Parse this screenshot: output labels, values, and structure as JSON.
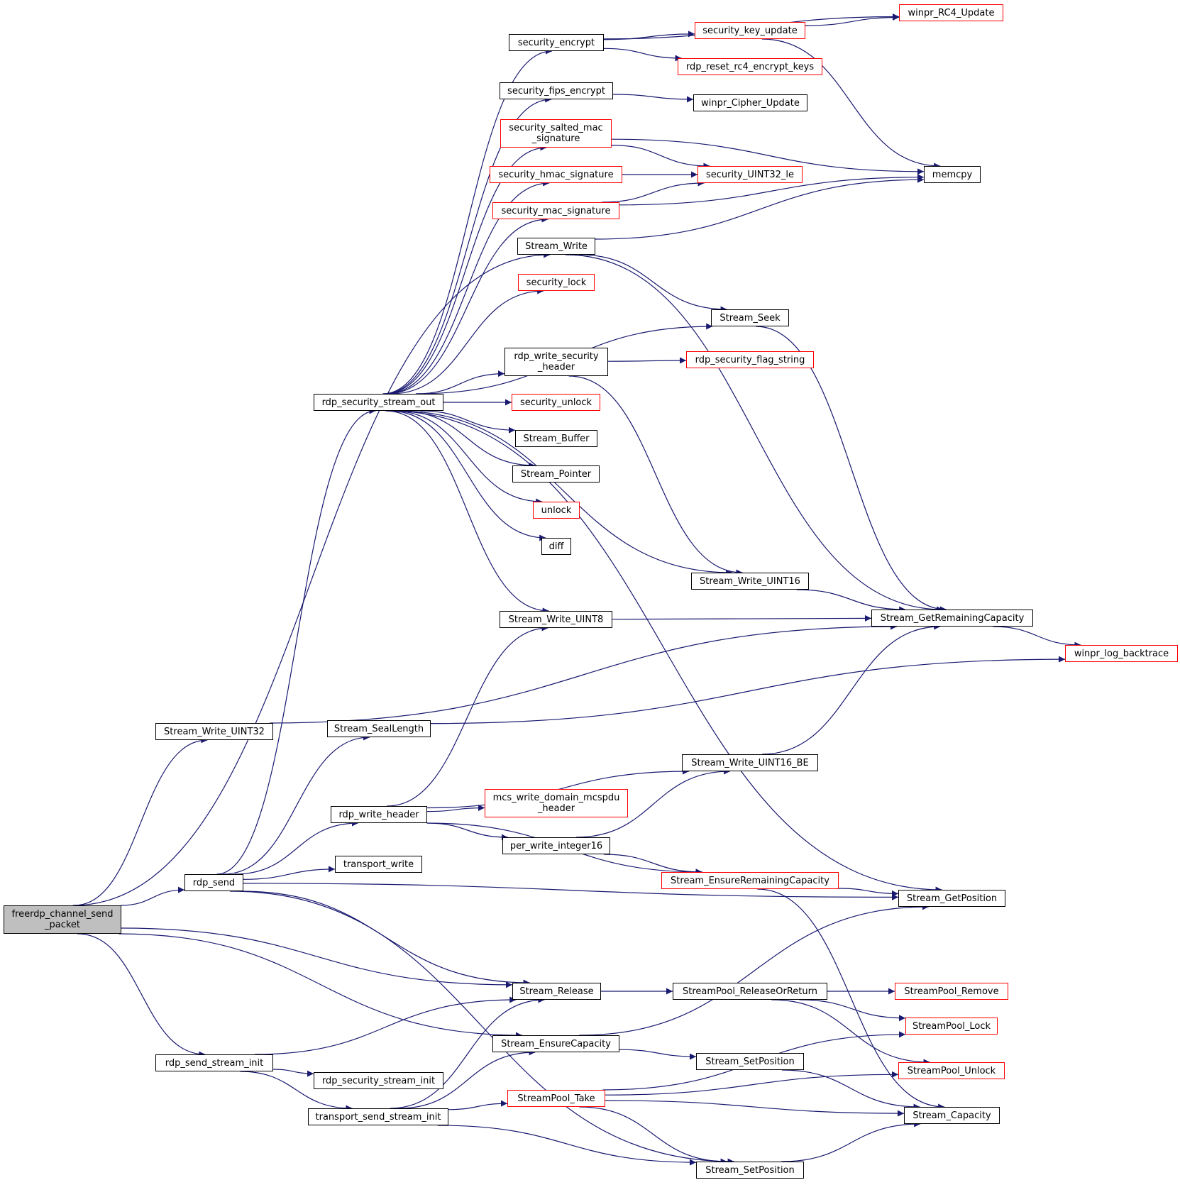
{
  "colors": {
    "edge": "#191970",
    "box_border": "#000000",
    "undocumented_border": "#ff0000",
    "root_fill": "#bfbfbf"
  },
  "nodes": [
    {
      "id": "root",
      "label": "freerdp_channel_send\n_packet",
      "style": "root"
    },
    {
      "id": "rdp_send",
      "label": "rdp_send",
      "style": "normal"
    },
    {
      "id": "Stream_Write_UINT32",
      "label": "Stream_Write_UINT32",
      "style": "normal"
    },
    {
      "id": "rdp_send_stream_init",
      "label": "rdp_send_stream_init",
      "style": "normal"
    },
    {
      "id": "rdp_security_stream_out",
      "label": "rdp_security_stream_out",
      "style": "normal"
    },
    {
      "id": "Stream_SealLength",
      "label": "Stream_SealLength",
      "style": "normal"
    },
    {
      "id": "rdp_write_header",
      "label": "rdp_write_header",
      "style": "normal"
    },
    {
      "id": "transport_write",
      "label": "transport_write",
      "style": "normal"
    },
    {
      "id": "rdp_security_stream_init",
      "label": "rdp_security_stream_init",
      "style": "normal"
    },
    {
      "id": "transport_send_stream_init",
      "label": "transport_send_stream_init",
      "style": "normal"
    },
    {
      "id": "security_encrypt",
      "label": "security_encrypt",
      "style": "normal"
    },
    {
      "id": "security_fips_encrypt",
      "label": "security_fips_encrypt",
      "style": "normal"
    },
    {
      "id": "security_salted_mac_signature",
      "label": "security_salted_mac\n_signature",
      "style": "red"
    },
    {
      "id": "security_hmac_signature",
      "label": "security_hmac_signature",
      "style": "red"
    },
    {
      "id": "security_mac_signature",
      "label": "security_mac_signature",
      "style": "red"
    },
    {
      "id": "Stream_Write",
      "label": "Stream_Write",
      "style": "normal"
    },
    {
      "id": "security_lock",
      "label": "security_lock",
      "style": "red"
    },
    {
      "id": "rdp_write_security_header",
      "label": "rdp_write_security\n_header",
      "style": "normal"
    },
    {
      "id": "security_unlock",
      "label": "security_unlock",
      "style": "red"
    },
    {
      "id": "Stream_Buffer",
      "label": "Stream_Buffer",
      "style": "normal"
    },
    {
      "id": "Stream_Pointer",
      "label": "Stream_Pointer",
      "style": "normal"
    },
    {
      "id": "unlock",
      "label": "unlock",
      "style": "red"
    },
    {
      "id": "diff",
      "label": "diff",
      "style": "normal"
    },
    {
      "id": "Stream_Write_UINT8",
      "label": "Stream_Write_UINT8",
      "style": "normal"
    },
    {
      "id": "mcs_write_domain_mcspdu_header",
      "label": "mcs_write_domain_mcspdu\n_header",
      "style": "red"
    },
    {
      "id": "per_write_integer16",
      "label": "per_write_integer16",
      "style": "normal"
    },
    {
      "id": "Stream_Release",
      "label": "Stream_Release",
      "style": "normal"
    },
    {
      "id": "Stream_EnsureCapacity",
      "label": "Stream_EnsureCapacity",
      "style": "normal"
    },
    {
      "id": "StreamPool_Take",
      "label": "StreamPool_Take",
      "style": "red"
    },
    {
      "id": "security_key_update",
      "label": "security_key_update",
      "style": "red"
    },
    {
      "id": "rdp_reset_rc4_encrypt_keys",
      "label": "rdp_reset_rc4_encrypt_keys",
      "style": "red"
    },
    {
      "id": "winpr_Cipher_Update",
      "label": "winpr_Cipher_Update",
      "style": "normal"
    },
    {
      "id": "security_UINT32_le",
      "label": "security_UINT32_le",
      "style": "red"
    },
    {
      "id": "Stream_Seek",
      "label": "Stream_Seek",
      "style": "normal"
    },
    {
      "id": "rdp_security_flag_string",
      "label": "rdp_security_flag_string",
      "style": "red"
    },
    {
      "id": "Stream_Write_UINT16",
      "label": "Stream_Write_UINT16",
      "style": "normal"
    },
    {
      "id": "Stream_Write_UINT16_BE",
      "label": "Stream_Write_UINT16_BE",
      "style": "normal"
    },
    {
      "id": "Stream_EnsureRemainingCapacity",
      "label": "Stream_EnsureRemainingCapacity",
      "style": "red"
    },
    {
      "id": "StreamPool_ReleaseOrReturn",
      "label": "StreamPool_ReleaseOrReturn",
      "style": "normal"
    },
    {
      "id": "Stream_SetPosition_a",
      "label": "Stream_SetPosition",
      "style": "normal"
    },
    {
      "id": "Stream_SetPosition_b",
      "label": "Stream_SetPosition",
      "style": "normal"
    },
    {
      "id": "winpr_RC4_Update",
      "label": "winpr_RC4_Update",
      "style": "red"
    },
    {
      "id": "memcpy",
      "label": "memcpy",
      "style": "normal"
    },
    {
      "id": "Stream_GetRemainingCapacity",
      "label": "Stream_GetRemainingCapacity",
      "style": "normal"
    },
    {
      "id": "winpr_log_backtrace",
      "label": "winpr_log_backtrace",
      "style": "red"
    },
    {
      "id": "Stream_GetPosition",
      "label": "Stream_GetPosition",
      "style": "normal"
    },
    {
      "id": "StreamPool_Remove",
      "label": "StreamPool_Remove",
      "style": "red"
    },
    {
      "id": "StreamPool_Lock",
      "label": "StreamPool_Lock",
      "style": "red"
    },
    {
      "id": "StreamPool_Unlock",
      "label": "StreamPool_Unlock",
      "style": "red"
    },
    {
      "id": "Stream_Capacity",
      "label": "Stream_Capacity",
      "style": "normal"
    }
  ],
  "edges": [
    [
      "root",
      "rdp_send"
    ],
    [
      "root",
      "Stream_Write_UINT32"
    ],
    [
      "root",
      "rdp_send_stream_init"
    ],
    [
      "root",
      "Stream_Write"
    ],
    [
      "root",
      "Stream_Release"
    ],
    [
      "root",
      "Stream_EnsureCapacity"
    ],
    [
      "rdp_send",
      "rdp_security_stream_out"
    ],
    [
      "rdp_send",
      "Stream_SealLength"
    ],
    [
      "rdp_send",
      "rdp_write_header"
    ],
    [
      "rdp_send",
      "transport_write"
    ],
    [
      "rdp_send",
      "Stream_GetPosition"
    ],
    [
      "rdp_send",
      "Stream_Release"
    ],
    [
      "rdp_send",
      "Stream_SetPosition_b"
    ],
    [
      "Stream_Write_UINT32",
      "Stream_GetRemainingCapacity"
    ],
    [
      "rdp_send_stream_init",
      "rdp_security_stream_init"
    ],
    [
      "rdp_send_stream_init",
      "transport_send_stream_init"
    ],
    [
      "rdp_send_stream_init",
      "Stream_Release"
    ],
    [
      "rdp_security_stream_out",
      "security_encrypt"
    ],
    [
      "rdp_security_stream_out",
      "security_fips_encrypt"
    ],
    [
      "rdp_security_stream_out",
      "security_salted_mac_signature"
    ],
    [
      "rdp_security_stream_out",
      "security_hmac_signature"
    ],
    [
      "rdp_security_stream_out",
      "security_mac_signature"
    ],
    [
      "rdp_security_stream_out",
      "security_lock"
    ],
    [
      "rdp_security_stream_out",
      "Stream_Seek"
    ],
    [
      "rdp_security_stream_out",
      "rdp_write_security_header"
    ],
    [
      "rdp_security_stream_out",
      "security_unlock"
    ],
    [
      "rdp_security_stream_out",
      "Stream_Buffer"
    ],
    [
      "rdp_security_stream_out",
      "Stream_Pointer"
    ],
    [
      "rdp_security_stream_out",
      "unlock"
    ],
    [
      "rdp_security_stream_out",
      "diff"
    ],
    [
      "rdp_security_stream_out",
      "Stream_Write_UINT16"
    ],
    [
      "rdp_security_stream_out",
      "Stream_Write_UINT8"
    ],
    [
      "rdp_security_stream_out",
      "Stream_GetPosition"
    ],
    [
      "Stream_SealLength",
      "winpr_log_backtrace"
    ],
    [
      "rdp_write_header",
      "Stream_Write_UINT8"
    ],
    [
      "rdp_write_header",
      "Stream_Write_UINT16_BE"
    ],
    [
      "rdp_write_header",
      "mcs_write_domain_mcspdu_header"
    ],
    [
      "rdp_write_header",
      "per_write_integer16"
    ],
    [
      "rdp_write_header",
      "Stream_EnsureRemainingCapacity"
    ],
    [
      "transport_send_stream_init",
      "StreamPool_Take"
    ],
    [
      "transport_send_stream_init",
      "Stream_EnsureCapacity"
    ],
    [
      "transport_send_stream_init",
      "Stream_Release"
    ],
    [
      "transport_send_stream_init",
      "Stream_SetPosition_b"
    ],
    [
      "security_encrypt",
      "winpr_RC4_Update"
    ],
    [
      "security_encrypt",
      "security_key_update"
    ],
    [
      "security_encrypt",
      "rdp_reset_rc4_encrypt_keys"
    ],
    [
      "security_key_update",
      "winpr_RC4_Update"
    ],
    [
      "security_key_update",
      "memcpy"
    ],
    [
      "security_fips_encrypt",
      "winpr_Cipher_Update"
    ],
    [
      "security_salted_mac_signature",
      "memcpy"
    ],
    [
      "security_salted_mac_signature",
      "security_UINT32_le"
    ],
    [
      "security_hmac_signature",
      "security_UINT32_le"
    ],
    [
      "security_mac_signature",
      "security_UINT32_le"
    ],
    [
      "security_mac_signature",
      "memcpy"
    ],
    [
      "Stream_Write",
      "memcpy"
    ],
    [
      "Stream_Write",
      "Stream_Seek"
    ],
    [
      "Stream_Write",
      "Stream_GetRemainingCapacity"
    ],
    [
      "Stream_Seek",
      "Stream_GetRemainingCapacity"
    ],
    [
      "rdp_write_security_header",
      "rdp_security_flag_string"
    ],
    [
      "rdp_write_security_header",
      "Stream_Write_UINT16"
    ],
    [
      "Stream_Write_UINT16",
      "Stream_GetRemainingCapacity"
    ],
    [
      "Stream_Write_UINT8",
      "Stream_GetRemainingCapacity"
    ],
    [
      "Stream_GetRemainingCapacity",
      "winpr_log_backtrace"
    ],
    [
      "Stream_Write_UINT16_BE",
      "Stream_GetRemainingCapacity"
    ],
    [
      "per_write_integer16",
      "Stream_Write_UINT16_BE"
    ],
    [
      "per_write_integer16",
      "Stream_EnsureRemainingCapacity"
    ],
    [
      "Stream_EnsureRemainingCapacity",
      "Stream_GetPosition"
    ],
    [
      "Stream_EnsureRemainingCapacity",
      "Stream_Capacity"
    ],
    [
      "Stream_Release",
      "StreamPool_ReleaseOrReturn"
    ],
    [
      "StreamPool_ReleaseOrReturn",
      "StreamPool_Remove"
    ],
    [
      "StreamPool_ReleaseOrReturn",
      "StreamPool_Lock"
    ],
    [
      "StreamPool_ReleaseOrReturn",
      "StreamPool_Unlock"
    ],
    [
      "Stream_EnsureCapacity",
      "Stream_GetPosition"
    ],
    [
      "Stream_EnsureCapacity",
      "Stream_SetPosition_a"
    ],
    [
      "Stream_SetPosition_a",
      "Stream_Capacity"
    ],
    [
      "StreamPool_Take",
      "StreamPool_Lock"
    ],
    [
      "StreamPool_Take",
      "StreamPool_Unlock"
    ],
    [
      "StreamPool_Take",
      "Stream_Capacity"
    ],
    [
      "StreamPool_Take",
      "Stream_SetPosition_b"
    ],
    [
      "Stream_SetPosition_b",
      "Stream_Capacity"
    ]
  ]
}
